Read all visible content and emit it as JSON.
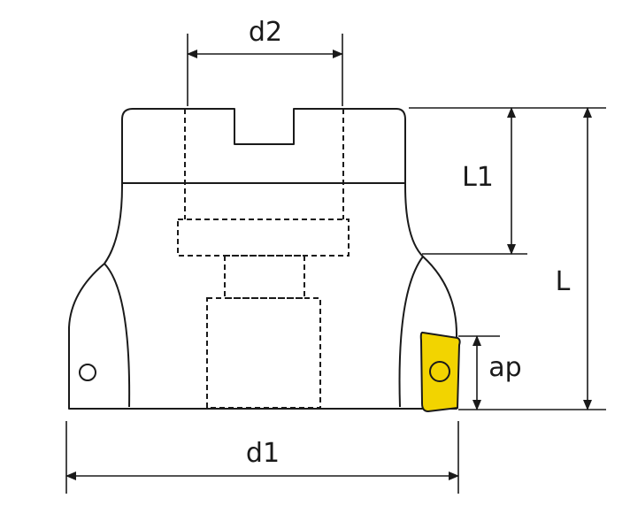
{
  "labels": {
    "d2": "d2",
    "L1": "L1",
    "L": "L",
    "ap": "ap",
    "d1": "d1"
  },
  "colors": {
    "outline": "#1a1a1a",
    "insert": "#f2d400",
    "background": "#ffffff"
  }
}
